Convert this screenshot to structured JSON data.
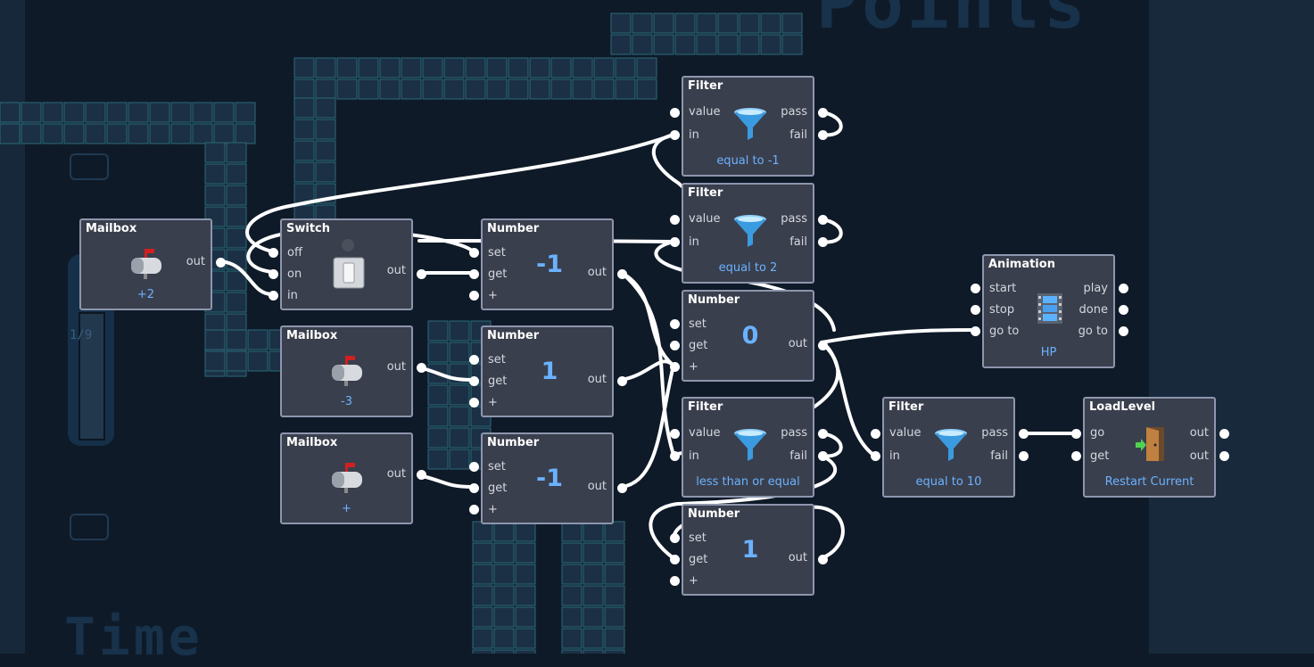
{
  "background": {
    "title_top": "Points",
    "title_bottom": "Time",
    "counter": "1/9"
  },
  "nodes": {
    "mailbox1": {
      "title": "Mailbox",
      "out": "out",
      "value": "+2"
    },
    "switch": {
      "title": "Switch",
      "off": "off",
      "on": "on",
      "in": "in",
      "out": "out"
    },
    "number1": {
      "title": "Number",
      "set": "set",
      "get": "get",
      "plus": "+",
      "out": "out",
      "value": "-1"
    },
    "filter1": {
      "title": "Filter",
      "value": "value",
      "in": "in",
      "pass": "pass",
      "fail": "fail",
      "condition": "equal to -1"
    },
    "filter2": {
      "title": "Filter",
      "value": "value",
      "in": "in",
      "pass": "pass",
      "fail": "fail",
      "condition": "equal to 2"
    },
    "mailbox2": {
      "title": "Mailbox",
      "out": "out",
      "value": "-3"
    },
    "number2": {
      "title": "Number",
      "set": "set",
      "get": "get",
      "plus": "+",
      "out": "out",
      "value": "1"
    },
    "number_center": {
      "title": "Number",
      "set": "set",
      "get": "get",
      "plus": "+",
      "out": "out",
      "value": "0"
    },
    "animation": {
      "title": "Animation",
      "start": "start",
      "stop": "stop",
      "goto_in": "go to",
      "play": "play",
      "done": "done",
      "goto_out": "go to",
      "target": "HP"
    },
    "mailbox3": {
      "title": "Mailbox",
      "out": "out",
      "value": "+"
    },
    "number3": {
      "title": "Number",
      "set": "set",
      "get": "get",
      "plus": "+",
      "out": "out",
      "value": "-1"
    },
    "filter3": {
      "title": "Filter",
      "value": "value",
      "in": "in",
      "pass": "pass",
      "fail": "fail",
      "condition": "less than or equal"
    },
    "filter4": {
      "title": "Filter",
      "value": "value",
      "in": "in",
      "pass": "pass",
      "fail": "fail",
      "condition": "equal to 10"
    },
    "loadlevel": {
      "title": "LoadLevel",
      "go": "go",
      "get": "get",
      "out1": "out",
      "out2": "out",
      "action": "Restart Current"
    },
    "number4": {
      "title": "Number",
      "set": "set",
      "get": "get",
      "plus": "+",
      "out": "out",
      "value": "1"
    }
  },
  "icons": {
    "mailbox": "mailbox-icon",
    "switch": "toggle-switch-icon",
    "filter": "funnel-icon",
    "animation": "film-strip-icon",
    "loadlevel": "exit-door-icon"
  },
  "colors": {
    "background": "#0f1a28",
    "node_bg": "#3a3f4d",
    "node_border": "#8d96ad",
    "accent_value": "#6ab2ff",
    "wire": "#ffffff"
  }
}
